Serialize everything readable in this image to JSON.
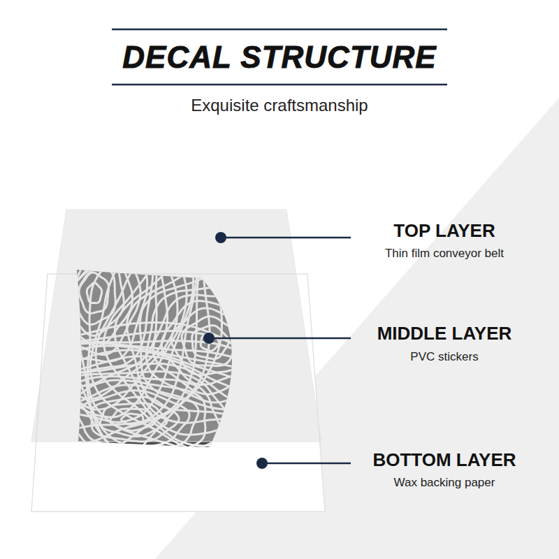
{
  "diagram": {
    "title": "DECAL STRUCTURE",
    "labels": [
      "Exquisite craftsmanship",
      "TOP LAYER",
      "Thin film conveyor belt",
      "MIDDLE LAYER",
      "PVC stickers",
      "BOTTOM LAYER",
      "Wax backing paper"
    ]
  }
}
